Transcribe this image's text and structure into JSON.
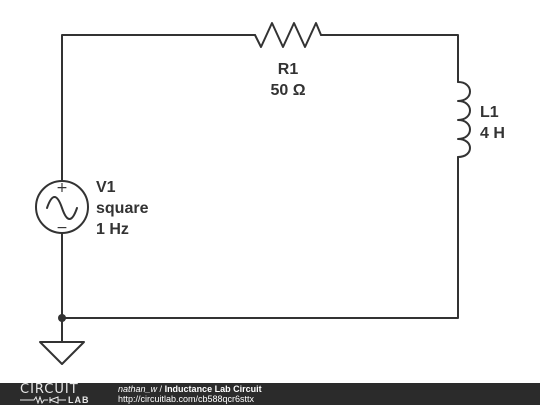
{
  "components": {
    "resistor": {
      "name": "R1",
      "value": "50 Ω"
    },
    "inductor": {
      "name": "L1",
      "value": "4 H"
    },
    "source": {
      "name": "V1",
      "type": "square",
      "frequency": "1 Hz",
      "plus": "+",
      "minus": "−"
    }
  },
  "footer": {
    "logo_top": "CIRCUIT",
    "logo_bottom": "LAB",
    "user": "nathan_w",
    "separator": " / ",
    "title": "Inductance Lab Circuit",
    "url": "http://circuitlab.com/cb588qcr6sttx"
  },
  "colors": {
    "wire": "#333333",
    "footer_bg": "#2b2b2b"
  }
}
